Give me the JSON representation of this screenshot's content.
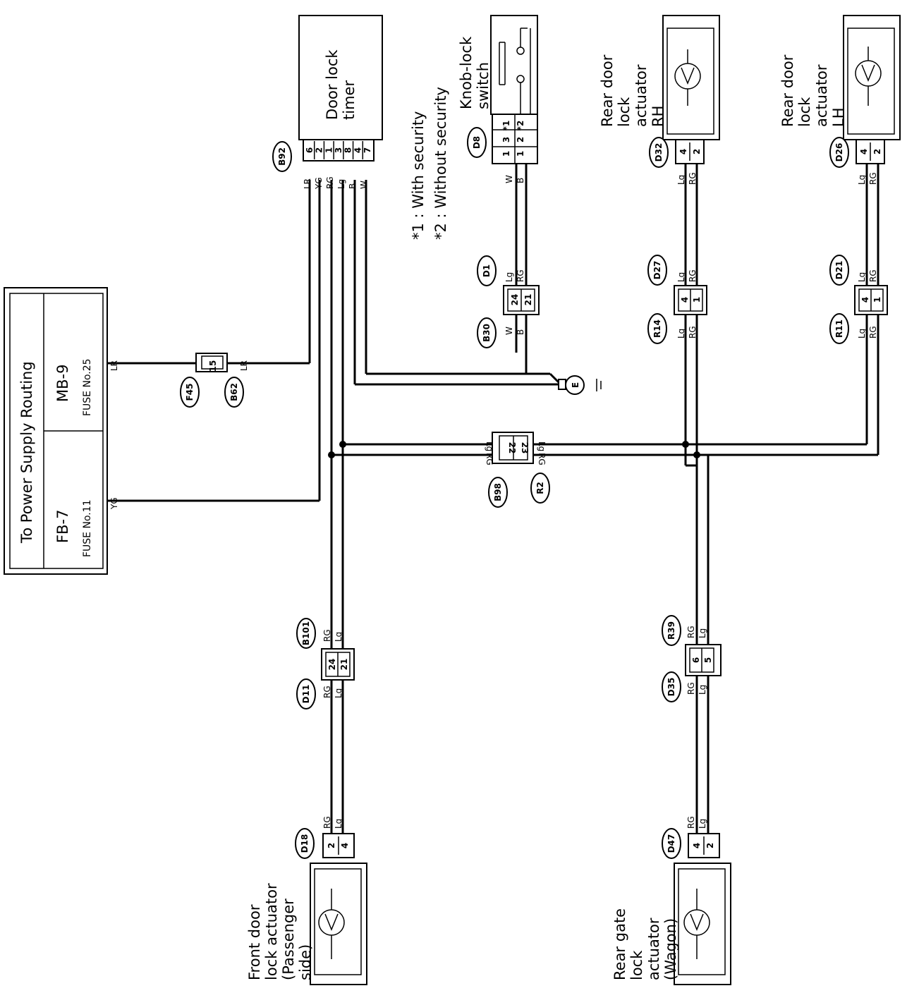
{
  "power_box": {
    "title": "To Power Supply Routing",
    "fuse_left": {
      "name": "FB-7",
      "fuse": "FUSE No.11",
      "wire": "YG"
    },
    "fuse_right": {
      "name": "MB-9",
      "fuse": "FUSE No.25",
      "wire": "LR"
    }
  },
  "f45_connector": {
    "pin": "15",
    "wire": "LR",
    "labels": [
      "F45",
      "B62"
    ]
  },
  "door_lock_timer": {
    "title_line1": "Door lock",
    "title_line2": "timer",
    "connector": "B92",
    "pins": [
      "6",
      "2",
      "1",
      "3",
      "8",
      "4",
      "7"
    ],
    "wires": [
      "LR",
      "YG",
      "RG",
      "Lg",
      "B",
      "W"
    ]
  },
  "notes": {
    "note1": "*1 : With security",
    "note2": "*2 : Without security"
  },
  "knob_switch": {
    "title_line1": "Knob-lock",
    "title_line2": "switch",
    "connector": "D8",
    "pins_top": [
      "*1",
      "*2"
    ],
    "pins_mid": [
      "3",
      "2"
    ],
    "pins_bot": [
      "1",
      "1"
    ],
    "wires": [
      "W",
      "B"
    ]
  },
  "b30_connector": {
    "labels": [
      "B30",
      "D1"
    ],
    "pins": [
      "24",
      "21"
    ],
    "wires_left": [
      "W",
      "B"
    ],
    "wires_right": [
      "Lg",
      "RG"
    ]
  },
  "ground": {
    "symbol": "E"
  },
  "rh_actuator": {
    "title_lines": [
      "Rear door",
      "lock",
      "actuator",
      "RH"
    ],
    "motor": "M",
    "connector": "D32",
    "pins": [
      "4",
      "2"
    ],
    "wires": [
      "Lg",
      "RG"
    ]
  },
  "r14_connector": {
    "labels": [
      "R14",
      "D27"
    ],
    "pins": [
      "4",
      "1"
    ],
    "wires_left": [
      "Lg",
      "RG"
    ],
    "wires_right": [
      "Lg",
      "RG"
    ]
  },
  "lh_actuator": {
    "title_lines": [
      "Rear door",
      "lock",
      "actuator",
      "LH"
    ],
    "motor": "M",
    "connector": "D26",
    "pins": [
      "4",
      "2"
    ],
    "wires": [
      "Lg",
      "RG"
    ]
  },
  "r11_connector": {
    "labels": [
      "R11",
      "D21"
    ],
    "pins": [
      "4",
      "1"
    ],
    "wires_left": [
      "Lg",
      "RG"
    ],
    "wires_right": [
      "Lg",
      "RG"
    ]
  },
  "b98_connector": {
    "labels": [
      "B98",
      "R2"
    ],
    "pins": [
      "22",
      "23"
    ],
    "wires_left": [
      "Lg",
      "RG"
    ],
    "wires_right": [
      "Lg",
      "RG"
    ]
  },
  "b101_connector": {
    "labels": [
      "B101",
      "D11"
    ],
    "pins": [
      "24",
      "21"
    ],
    "wires_left": [
      "RG",
      "Lg"
    ],
    "wires_right": [
      "RG",
      "Lg"
    ]
  },
  "r39_connector": {
    "labels": [
      "R39",
      "D35"
    ],
    "pins": [
      "6",
      "5"
    ],
    "wires_left": [
      "RG",
      "Lg"
    ],
    "wires_right": [
      "RG",
      "Lg"
    ]
  },
  "front_actuator": {
    "title_lines": [
      "Front door",
      "lock actuator",
      "(Passenger",
      "side)"
    ],
    "motor": "M",
    "connector": "D18",
    "pins": [
      "2",
      "4"
    ],
    "wires": [
      "RG",
      "Lg"
    ]
  },
  "gate_actuator": {
    "title_lines": [
      "Rear gate",
      "lock",
      "actuator",
      "(Wagon)"
    ],
    "motor": "M",
    "connector": "D47",
    "pins": [
      "4",
      "2"
    ],
    "wires": [
      "RG",
      "Lg"
    ]
  }
}
